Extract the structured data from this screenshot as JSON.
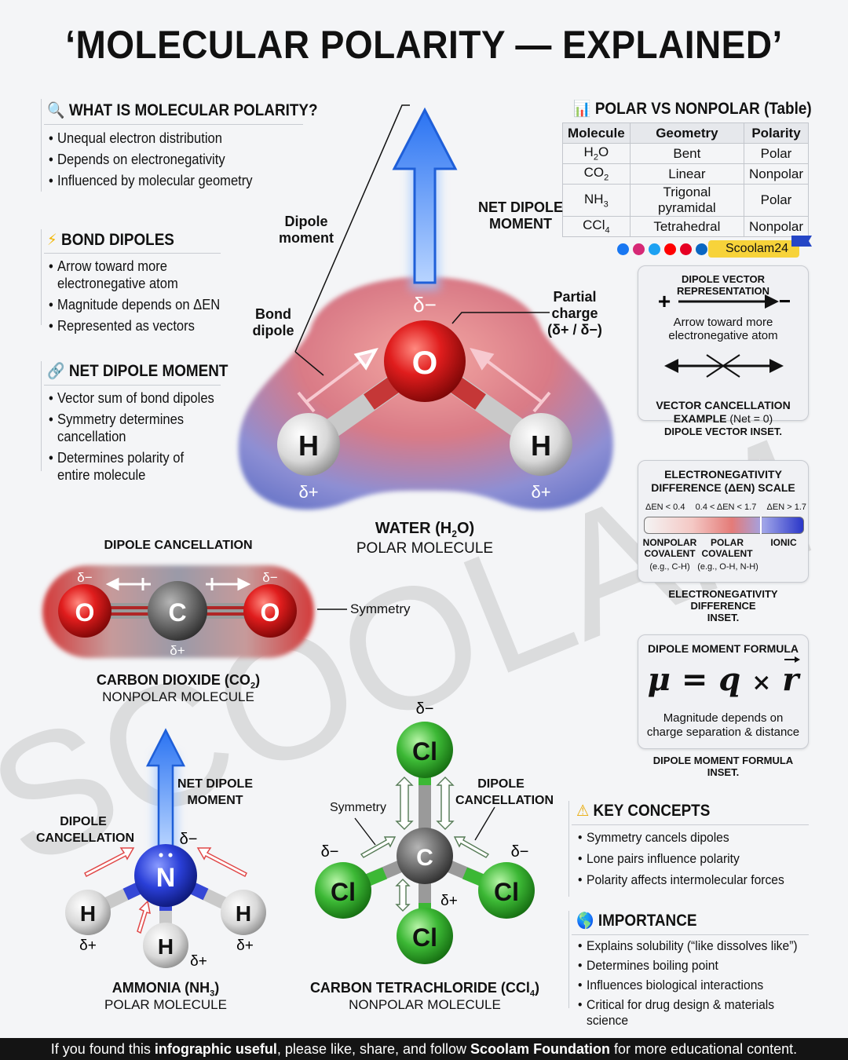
{
  "title": "‘MOLECULAR POLARITY — EXPLAINED’",
  "sections": {
    "what": {
      "heading": "WHAT IS MOLECULAR POLARITY?",
      "icon": "magnifier-icon",
      "items": [
        "Unequal electron distribution",
        "Depends on electronegativity",
        "Influenced by molecular geometry"
      ]
    },
    "bond": {
      "heading": "BOND DIPOLES",
      "icon": "lightning-icon",
      "items": [
        "Arrow toward more electronegative atom",
        "Magnitude depends on ΔEN",
        "Represented as vectors"
      ]
    },
    "net": {
      "heading": "NET DIPOLE MOMENT",
      "icon": "link-icon",
      "items": [
        "Vector sum of bond dipoles",
        "Symmetry determines cancellation",
        "Determines polarity of entire molecule"
      ]
    },
    "key": {
      "heading": "KEY CONCEPTS",
      "icon": "warning-icon",
      "items": [
        "Symmetry cancels dipoles",
        "Lone pairs influence polarity",
        "Polarity affects intermolecular forces"
      ]
    },
    "importance": {
      "heading": "IMPORTANCE",
      "icon": "globe-icon",
      "items": [
        "Explains solubility (“like dissolves like”)",
        "Determines boiling point",
        "Influences biological interactions",
        "Critical for drug design & materials science"
      ]
    }
  },
  "table": {
    "heading": "POLAR VS NONPOLAR (Table)",
    "icon": "bar-chart-icon",
    "columns": [
      "Molecule",
      "Geometry",
      "Polarity"
    ],
    "rows": [
      {
        "m": "H",
        "sub": "2",
        "m2": "O",
        "geometry": "Bent",
        "polarity": "Polar"
      },
      {
        "m": "CO",
        "sub": "2",
        "m2": "",
        "geometry": "Linear",
        "polarity": "Nonpolar"
      },
      {
        "m": "NH",
        "sub": "3",
        "m2": "",
        "geometry": "Trigonal pyramidal",
        "polarity": "Polar"
      },
      {
        "m": "CCl",
        "sub": "4",
        "m2": "",
        "geometry": "Tetrahedral",
        "polarity": "Nonpolar"
      }
    ]
  },
  "brand": {
    "name": "Scoolam24",
    "watermark": "SCOOLAM"
  },
  "water": {
    "net_label": "NET DIPOLE\nMOMENT",
    "dipole_label": "Dipole\nmoment",
    "bond_label": "Bond\ndipole",
    "partial_label": "Partial\ncharge\n(δ+ / δ−)",
    "delta_minus": "δ−",
    "delta_plus": "δ+",
    "atom_o": "O",
    "atom_h": "H",
    "name": "WATER (H",
    "name_sub": "2",
    "name_end": "O)",
    "kind": "POLAR MOLECULE"
  },
  "co2": {
    "title": "DIPOLE CANCELLATION",
    "symmetry": "Symmetry",
    "delta_minus": "δ−",
    "delta_plus": "δ+",
    "atom_o": "O",
    "atom_c": "C",
    "name": "CARBON DIOXIDE (CO",
    "name_sub": "2",
    "name_end": ")",
    "kind": "NONPOLAR MOLECULE"
  },
  "nh3": {
    "net_label": "NET DIPOLE\nMOMENT",
    "cancel_label": "DIPOLE\nCANCELLATION",
    "delta_minus": "δ−",
    "delta_plus": "δ+",
    "atom_n": "N",
    "atom_h": "H",
    "name": "AMMONIA (NH",
    "name_sub": "3",
    "name_end": ")",
    "kind": "POLAR MOLECULE"
  },
  "ccl4": {
    "symmetry": "Symmetry",
    "cancel_label": "DIPOLE\nCANCELLATION",
    "delta_minus": "δ−",
    "delta_plus": "δ+",
    "atom_c": "C",
    "atom_cl": "Cl",
    "name": "CARBON TETRACHLORIDE (CCl",
    "name_sub": "4",
    "name_end": ")",
    "kind": "NONPOLAR MOLECULE"
  },
  "insets": {
    "vector": {
      "title": "DIPOLE VECTOR REPRESENTATION",
      "plus": "+",
      "minus": "−",
      "desc": "Arrow toward more\nelectronegative atom",
      "example": "VECTOR CANCELLATION\nEXAMPLE",
      "example_net": "(Net = 0)",
      "caption": "DIPOLE VECTOR INSET."
    },
    "en": {
      "title": "ELECTRONEGATIVITY\nDIFFERENCE (ΔEN) SCALE",
      "ranges": [
        "ΔEN < 0.4",
        "0.4 < ΔEN < 1.7",
        "ΔEN > 1.7"
      ],
      "cat1": "NONPOLAR\nCOVALENT",
      "cat2": "POLAR\nCOVALENT",
      "cat3": "IONIC",
      "ex1": "(e.g., C-H)",
      "ex2": "(e.g., O-H, N-H)",
      "caption": "ELECTRONEGATIVITY DIFFERENCE\nINSET."
    },
    "formula": {
      "title": "DIPOLE MOMENT FORMULA",
      "mu": "μ",
      "eq": "=",
      "q": "q",
      "times": "×",
      "r": "r",
      "desc": "Magnitude depends on\ncharge separation & distance",
      "caption": "DIPOLE MOMENT FORMULA INSET."
    }
  },
  "footer": {
    "t1": "If you found this ",
    "b1": "infographic useful",
    "t2": ", please like, share, and follow ",
    "b2": "Scoolam Foundation",
    "t3": " for more educational content."
  },
  "colors": {
    "oxygen": "#d91c1c",
    "hydrogen": "#eeeeee",
    "carbon": "#6b6b6b",
    "nitrogen": "#2b3fd6",
    "chlorine": "#3fb83a",
    "arrow_blue": "#1f6ff0",
    "brand_yellow": "#f7d33a"
  }
}
